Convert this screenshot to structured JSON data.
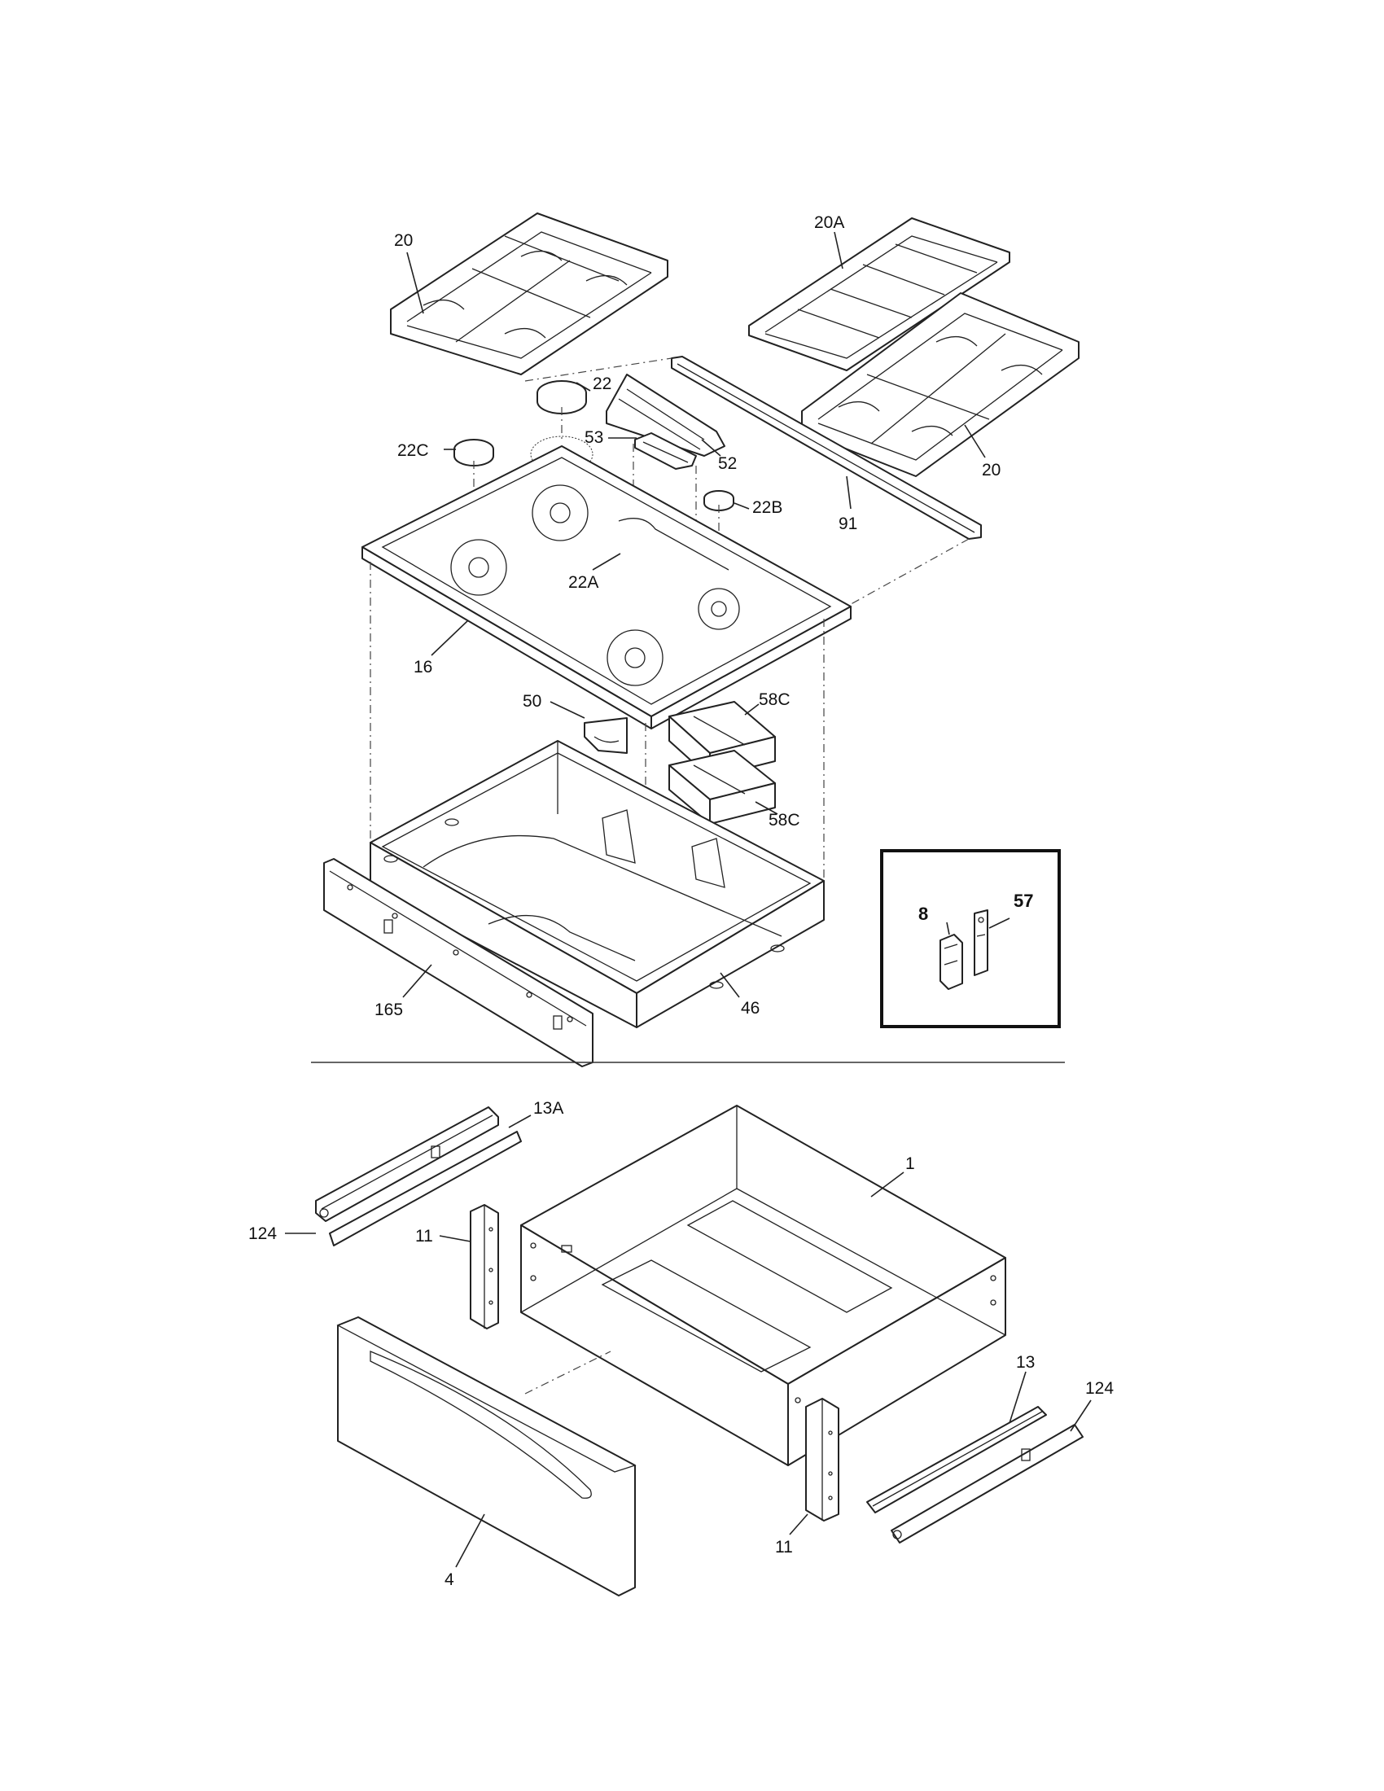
{
  "callouts": {
    "c20_left": "20",
    "c20a": "20A",
    "c22": "22",
    "c22c": "22C",
    "c53": "53",
    "c52": "52",
    "c20_right": "20",
    "c91": "91",
    "c22b": "22B",
    "c22a": "22A",
    "c16": "16",
    "c50": "50",
    "c58c_top": "58C",
    "c58c_bottom": "58C",
    "c165": "165",
    "c46": "46",
    "c8": "8",
    "c57": "57",
    "c13a": "13A",
    "c1": "1",
    "c124_left": "124",
    "c11_left": "11",
    "c13": "13",
    "c124_right": "124",
    "c11_right": "11",
    "c4": "4"
  },
  "colors": {
    "line": "#222222",
    "background": "#ffffff"
  }
}
